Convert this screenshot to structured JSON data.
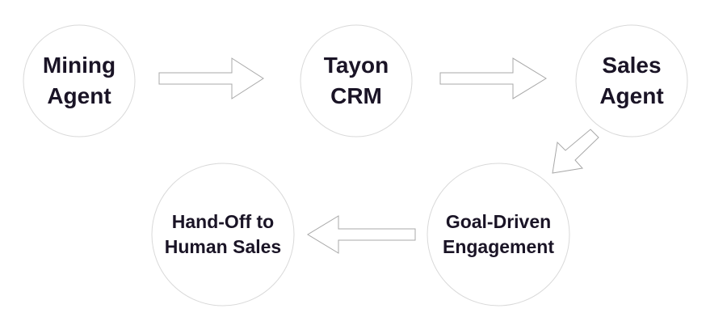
{
  "nodes": {
    "mining_agent": {
      "line1": "Mining",
      "line2": "Agent"
    },
    "tayon_crm": {
      "line1": "Tayon",
      "line2": "CRM"
    },
    "sales_agent": {
      "line1": "Sales",
      "line2": "Agent"
    },
    "goal_driven": {
      "line1": "Goal-Driven",
      "line2": "Engagement"
    },
    "hand_off": {
      "line1": "Hand-Off to",
      "line2": "Human Sales"
    }
  },
  "colors": {
    "text": "#1a1426",
    "circle_stroke": "#d9d9d9",
    "arrow_stroke": "#a8a8a8"
  }
}
